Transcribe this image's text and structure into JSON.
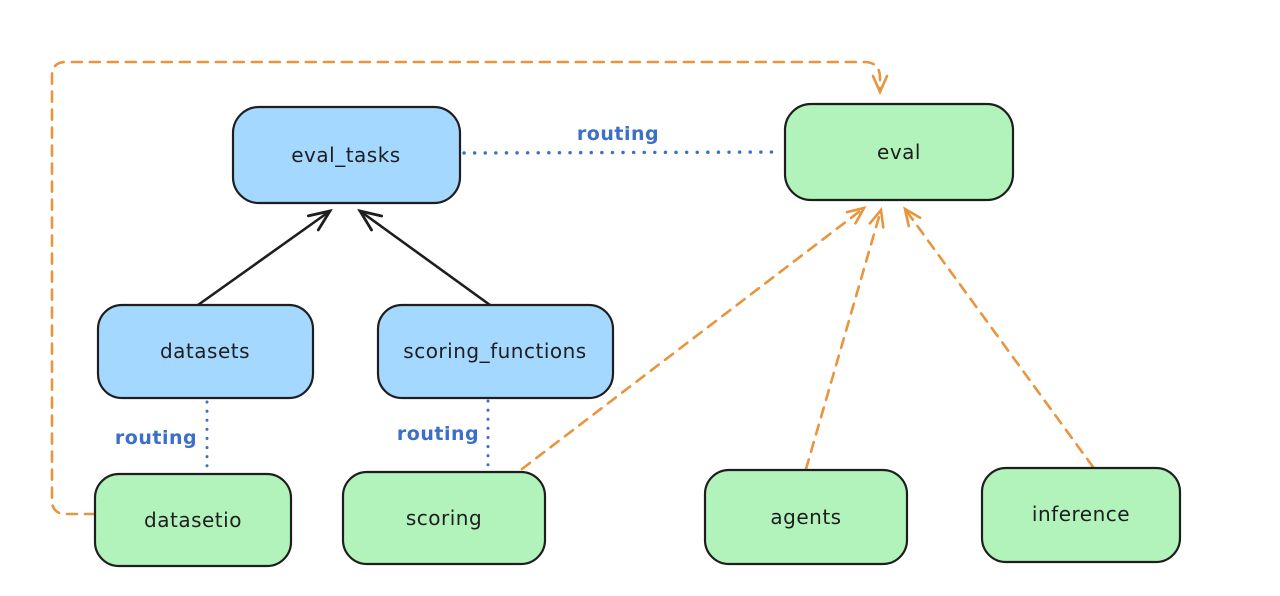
{
  "diagram": {
    "type": "architecture-diagram",
    "nodes": {
      "eval_tasks": {
        "label": "eval_tasks",
        "kind": "api-resource"
      },
      "eval": {
        "label": "eval",
        "kind": "provider-api"
      },
      "datasets": {
        "label": "datasets",
        "kind": "api-resource"
      },
      "scoring_functions": {
        "label": "scoring_functions",
        "kind": "api-resource"
      },
      "datasetio": {
        "label": "datasetio",
        "kind": "provider-api"
      },
      "scoring": {
        "label": "scoring",
        "kind": "provider-api"
      },
      "agents": {
        "label": "agents",
        "kind": "provider-api"
      },
      "inference": {
        "label": "inference",
        "kind": "provider-api"
      }
    },
    "edge_labels": {
      "eval_tasks_eval": "routing",
      "datasets_datasetio": "routing",
      "scoring_functions_scoring": "routing"
    },
    "edges": [
      {
        "from": "datasets",
        "to": "eval_tasks",
        "style": "solid-arrow",
        "color": "black"
      },
      {
        "from": "scoring_functions",
        "to": "eval_tasks",
        "style": "solid-arrow",
        "color": "black"
      },
      {
        "from": "eval_tasks",
        "to": "eval",
        "style": "dotted",
        "color": "blue",
        "label": "routing"
      },
      {
        "from": "datasets",
        "to": "datasetio",
        "style": "dotted",
        "color": "blue",
        "label": "routing"
      },
      {
        "from": "scoring_functions",
        "to": "scoring",
        "style": "dotted",
        "color": "blue",
        "label": "routing"
      },
      {
        "from": "datasetio",
        "to": "eval",
        "style": "dashed-arrow",
        "color": "orange"
      },
      {
        "from": "scoring",
        "to": "eval",
        "style": "dashed-arrow",
        "color": "orange"
      },
      {
        "from": "agents",
        "to": "eval",
        "style": "dashed-arrow",
        "color": "orange"
      },
      {
        "from": "inference",
        "to": "eval",
        "style": "dashed-arrow",
        "color": "orange"
      }
    ],
    "colors": {
      "blue_fill": "#a5d8ff",
      "green_fill": "#b2f2bb",
      "stroke": "#1e1e1e",
      "routing_blue": "#3b6fc9",
      "orange": "#e8953d",
      "background": "#ffffff"
    }
  }
}
